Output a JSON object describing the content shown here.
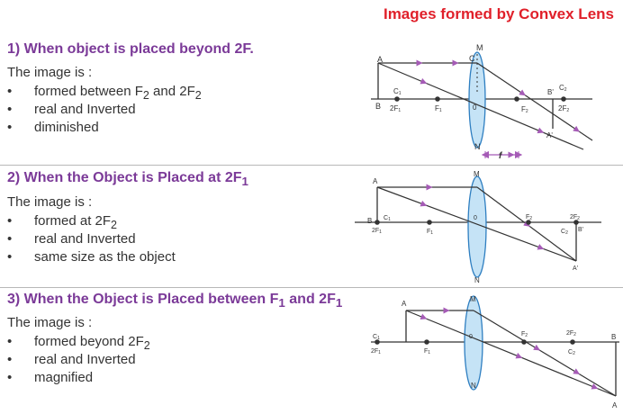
{
  "title": "Images formed by Convex Lens",
  "sections": [
    {
      "heading": [
        "1) When object is placed beyond 2F."
      ],
      "intro": "The image is :",
      "bullets": [
        [
          "formed between F",
          "2",
          " and 2F",
          "2"
        ],
        [
          "real and Inverted"
        ],
        [
          "diminished"
        ]
      ],
      "labels": {
        "A": "A",
        "B": "B",
        "C": "C",
        "M": "M",
        "N": "N",
        "O": "0",
        "C1": "C",
        "C1_sub": "1",
        "twoF1": "2F",
        "twoF1_sub": "1",
        "F1": "F",
        "F1_sub": "1",
        "F2": "F",
        "F2_sub": "2",
        "Bp": "B'",
        "Ap": "A'",
        "C2": "C",
        "C2_sub": "2",
        "twoF2": "2F",
        "twoF2_sub": "2",
        "f": "f"
      }
    },
    {
      "heading": [
        "2) When the Object is Placed at 2F",
        "1"
      ],
      "intro": "The image is :",
      "bullets": [
        [
          "formed at 2F",
          "2"
        ],
        [
          "real and Inverted"
        ],
        [
          "same size as the object"
        ]
      ],
      "labels": {
        "A": "A",
        "B": "B",
        "M": "M",
        "N": "N",
        "O": "0",
        "C1": "C",
        "C1_sub": "1",
        "twoF1": "2F",
        "twoF1_sub": "1",
        "F1": "F",
        "F1_sub": "1",
        "F2": "F",
        "F2_sub": "2",
        "twoF2": "2F",
        "twoF2_sub": "2",
        "C2": "C",
        "C2_sub": "2",
        "Bp": "B'",
        "Ap": "A'"
      }
    },
    {
      "heading": [
        "3) When the Object is Placed between F",
        "1",
        " and 2F",
        "1"
      ],
      "intro": "The image is :",
      "bullets": [
        [
          "formed beyond 2F",
          "2"
        ],
        [
          "real and Inverted"
        ],
        [
          "magnified"
        ]
      ],
      "labels": {
        "A": "A",
        "B": "B",
        "M": "M",
        "N": "N",
        "O": "0",
        "C1": "C",
        "C1_sub": "1",
        "twoF1": "2F",
        "twoF1_sub": "1",
        "F1": "F",
        "F1_sub": "1",
        "F2": "F",
        "F2_sub": "2",
        "twoF2": "2F",
        "twoF2_sub": "2",
        "C2": "C",
        "C2_sub": "2",
        "Ap": "A"
      }
    }
  ],
  "colors": {
    "title": "#e0202a",
    "heading": "#7b3a98",
    "ray": "#333333",
    "arrow": "#a55bb6",
    "lens_fill": "#c5e3f6",
    "lens_stroke": "#2f7fc1"
  }
}
